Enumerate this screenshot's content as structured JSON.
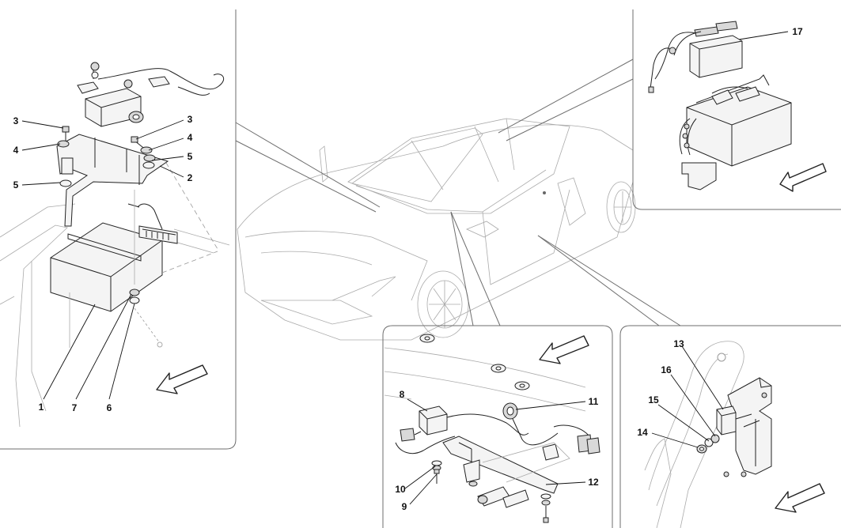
{
  "callouts": [
    {
      "id": "c1",
      "text": "1"
    },
    {
      "id": "c2",
      "text": "2"
    },
    {
      "id": "c3a",
      "text": "3"
    },
    {
      "id": "c3b",
      "text": "3"
    },
    {
      "id": "c4a",
      "text": "4"
    },
    {
      "id": "c4b",
      "text": "4"
    },
    {
      "id": "c5a",
      "text": "5"
    },
    {
      "id": "c5b",
      "text": "5"
    },
    {
      "id": "c6",
      "text": "6"
    },
    {
      "id": "c7",
      "text": "7"
    },
    {
      "id": "c8",
      "text": "8"
    },
    {
      "id": "c9",
      "text": "9"
    },
    {
      "id": "c10",
      "text": "10"
    },
    {
      "id": "c11",
      "text": "11"
    },
    {
      "id": "c12",
      "text": "12"
    },
    {
      "id": "c13",
      "text": "13"
    },
    {
      "id": "c14",
      "text": "14"
    },
    {
      "id": "c15",
      "text": "15"
    },
    {
      "id": "c16",
      "text": "16"
    },
    {
      "id": "c17",
      "text": "17"
    }
  ],
  "icons": {
    "direction_arrow": "direction-arrow-icon"
  }
}
